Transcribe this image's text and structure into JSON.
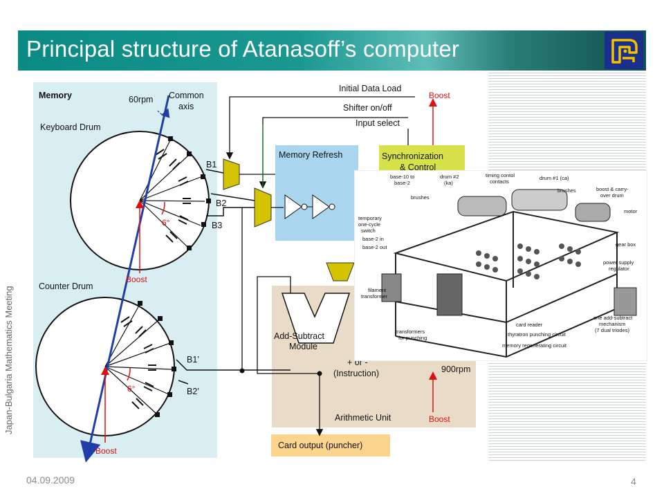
{
  "slide": {
    "title": "Principal structure of Atanasoff’s computer",
    "side_text": "Japan-Bulgaria Mathematics Meeting",
    "date": "04.09.2009",
    "page_number": "4"
  },
  "diagram": {
    "memory_label": "Memory",
    "keyboard_drum": "Keyboard Drum",
    "counter_drum": "Counter Drum",
    "rpm_60": "60rpm",
    "common_axis_1": "Common",
    "common_axis_2": "axis",
    "boost": "Boost",
    "angle": "6°",
    "b1": "B1",
    "b2": "B2",
    "b3": "B3",
    "b1p": "B1’",
    "b2p": "B2’",
    "initial_data_load": "Initial Data Load",
    "shifter": "Shifter on/off",
    "input_select": "Input select",
    "memory_refresh": "Memory Refresh",
    "sync_1": "Synchronization",
    "sync_2": "& Control",
    "add_subtract_1": "Add-Subtract",
    "add_subtract_2": "Module",
    "plus_minus": "+ or -",
    "instruction": "(Instruction)",
    "rpm_900": "900rpm",
    "arithmetic_unit": "Arithmetic Unit",
    "card_output": "Card output (puncher)"
  },
  "photo": {
    "labels": {
      "base10": "base-10 to",
      "base2": "base-2",
      "drum2": "drum #2",
      "drum2b": "(ka)",
      "timing": "timing contol",
      "contacts": "contacts",
      "drum1": "drum #1 (ca)",
      "brushes_top": "brushes",
      "boost_carry_1": "boost & carry-",
      "boost_carry_2": "over drum",
      "motor": "motor",
      "brushes": "brushes",
      "temporary_1": "temporary",
      "temporary_2": "one-cycle",
      "temporary_3": "switch",
      "base2in": "base-2 in",
      "base2out": "base-2 out",
      "gear_box": "gear box",
      "power_1": "power supply",
      "power_2": "regulator",
      "filament_1": "filament",
      "filament_2": "transformer",
      "one_add_1": "one add-subtract",
      "one_add_2": "mechanism",
      "one_add_3": "(7 dual triodes)",
      "card_reader": "card reader",
      "thyratron": "thyratron punching circuit",
      "transformers_1": "transformers",
      "transformers_2": "for punching",
      "memory_regen": "memory regenerating circuit"
    }
  },
  "colors": {
    "title_bar": "#1a9890",
    "memory_panel": "#d8eef3",
    "memory_refresh": "#a9d5ee",
    "sync_box": "#d7e24a",
    "arithmetic_panel": "#e8dcc8",
    "card_output": "#fbd58e",
    "mux": "#d4c400",
    "boost": "#d11111",
    "axis": "#1f3ea8",
    "logo": "#1a2f8c"
  }
}
